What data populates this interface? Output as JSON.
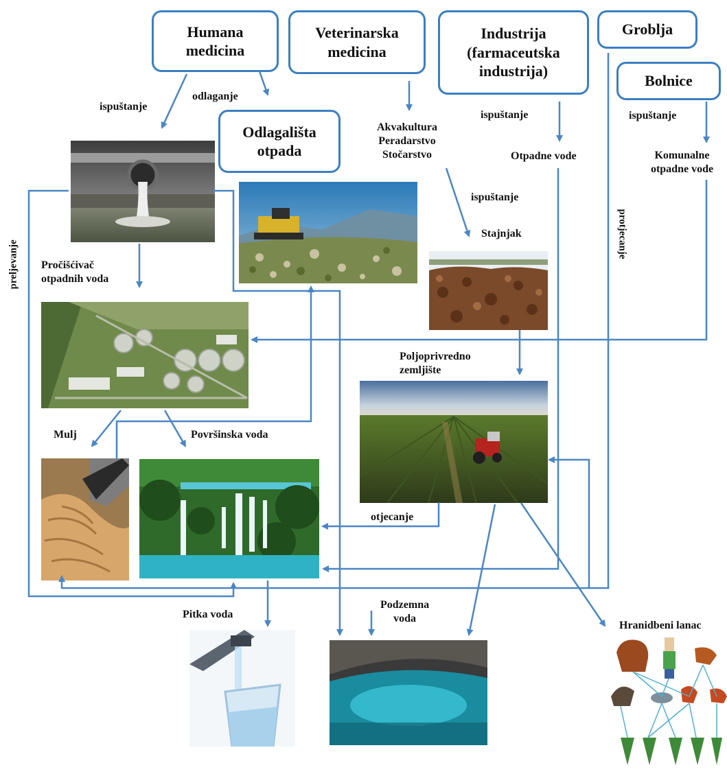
{
  "sources": {
    "humana": "Humana\nmedicina",
    "veterinarska": "Veterinarska\nmedicina",
    "industrija": "Industrija\n(farmaceutska\nindustrija)",
    "groblja": "Groblja",
    "bolnice": "Bolnice",
    "odlagalista": "Odlagališta\notpada"
  },
  "labels": {
    "ispustanje1": "ispuštanje",
    "odlaganje": "odlaganje",
    "akvakultura": "Akvakultura\nPeradarstvo\nStočarstvo",
    "ispustanje2": "ispuštanje",
    "ispustanje3": "ispuštanje",
    "otpadne_vode": "Otpadne vode",
    "ispustanje4": "ispuštanje",
    "komunalne": "Komunalne\notpadne vode",
    "stajnjak": "Stajnjak",
    "prociscivac": "Pročišćivač\notpadnih voda",
    "poljoprivredno": "Poljoprivredno\nzemljište",
    "mulj": "Mulj",
    "povrsinska": "Površinska voda",
    "otjecanje": "otjecanje",
    "pitka": "Pitka voda",
    "podzemna": "Podzemna\nvoda",
    "hranidbeni": "Hranidbeni lanac",
    "preljevanje": "preljevanje",
    "protjecanje": "protjecanje"
  },
  "colors": {
    "arrow": "#4a86c5",
    "box_border": "#3a7fc1"
  }
}
